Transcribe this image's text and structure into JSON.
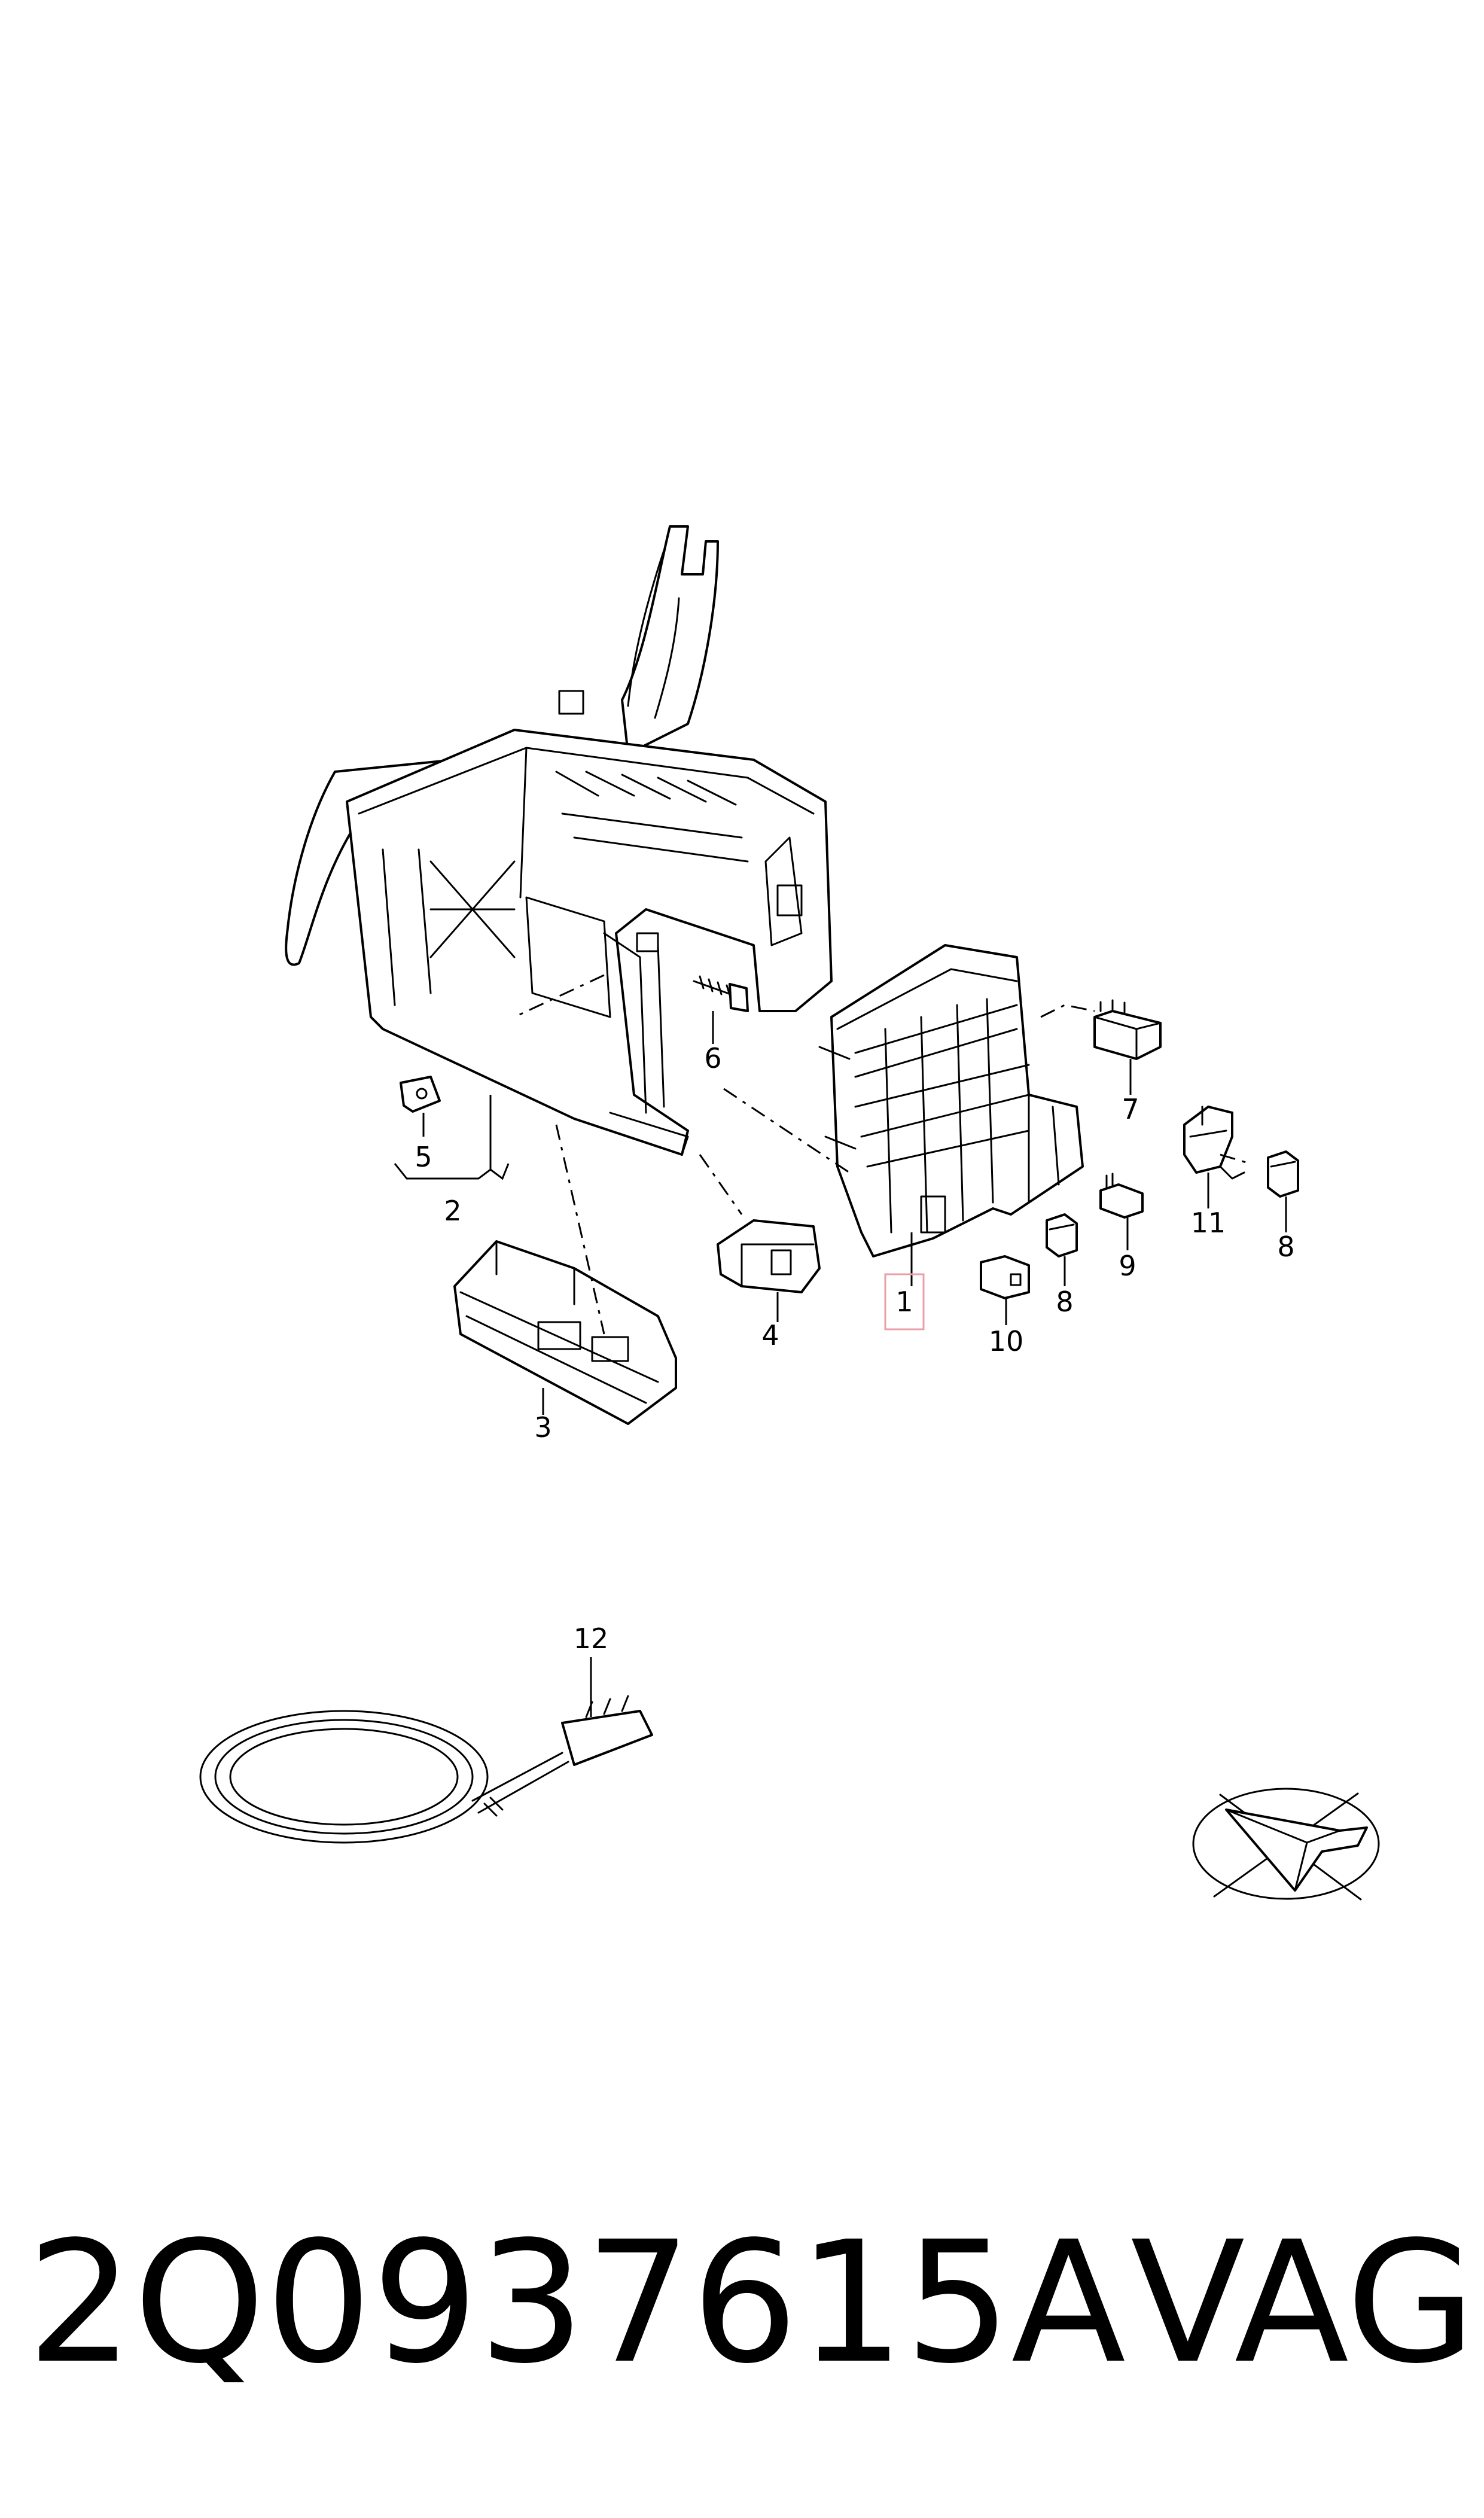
{
  "callouts": {
    "c1": "1",
    "c2": "2",
    "c3": "3",
    "c4": "4",
    "c5": "5",
    "c6": "6",
    "c7": "7",
    "c8a": "8",
    "c8b": "8",
    "c9": "9",
    "c10": "10",
    "c11": "11",
    "c12": "12"
  },
  "highlight_color": "#e8a0a8",
  "footer": {
    "part_number": "2Q0937615A",
    "brand": "VAG"
  }
}
